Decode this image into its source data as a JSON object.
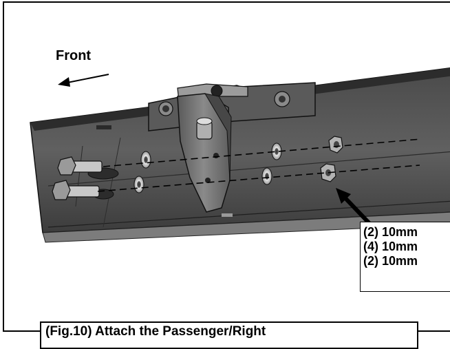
{
  "labels": {
    "front": "Front",
    "parts": [
      "(2) 10mm",
      "(4) 10mm",
      "(2) 10mm"
    ],
    "caption": "(Fig.10) Attach the Passenger/Right"
  },
  "colors": {
    "rail_dark": "#3a3a3a",
    "rail_mid": "#5e5e5e",
    "rail_light": "#8a8a8a",
    "bracket": "#6a6a6a",
    "hardware": "#b8b8b8",
    "ink": "#000000"
  }
}
